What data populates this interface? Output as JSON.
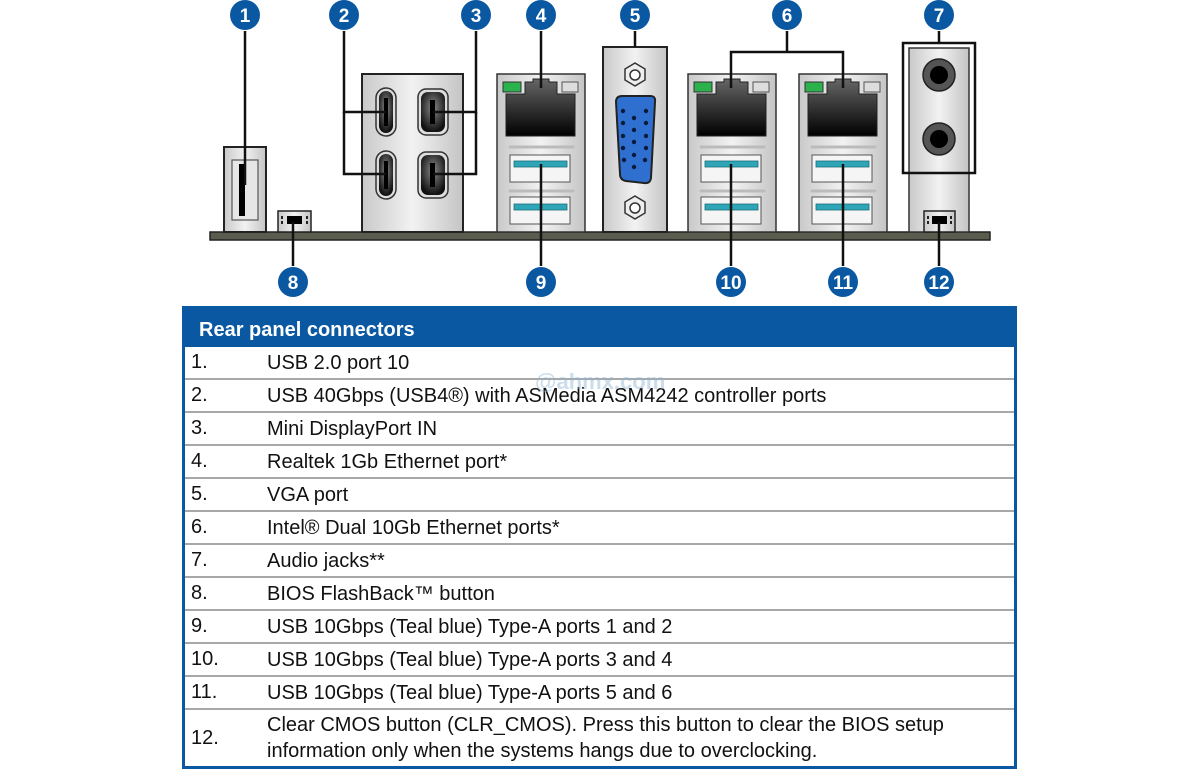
{
  "diagram": {
    "callouts_top": [
      "1",
      "2",
      "3",
      "4",
      "5",
      "6",
      "7"
    ],
    "callouts_bottom": [
      "8",
      "9",
      "10",
      "11",
      "12"
    ],
    "colors": {
      "badge": "#0b58a2",
      "usb_teal": "#2ea6b8",
      "vga_blue": "#2f6fd0",
      "led_green": "#2bb24c",
      "baseboard": "#5a5d4e"
    }
  },
  "table": {
    "title": "Rear panel connectors",
    "watermark": "@ahmx.com",
    "rows": [
      {
        "num": "1.",
        "desc": "USB 2.0 port 10"
      },
      {
        "num": "2.",
        "desc": "USB 40Gbps (USB4®) with ASMedia ASM4242 controller ports"
      },
      {
        "num": "3.",
        "desc": "Mini DisplayPort IN"
      },
      {
        "num": "4.",
        "desc": "Realtek 1Gb Ethernet port*"
      },
      {
        "num": "5.",
        "desc": "VGA port"
      },
      {
        "num": "6.",
        "desc": "Intel® Dual 10Gb Ethernet ports*"
      },
      {
        "num": "7.",
        "desc": "Audio jacks**"
      },
      {
        "num": "8.",
        "desc": "BIOS FlashBack™ button"
      },
      {
        "num": "9.",
        "desc": "USB 10Gbps (Teal blue) Type-A ports 1 and 2"
      },
      {
        "num": "10.",
        "desc": "USB 10Gbps (Teal blue) Type-A ports 3 and 4"
      },
      {
        "num": "11.",
        "desc": "USB 10Gbps (Teal blue) Type-A ports 5 and 6"
      },
      {
        "num": "12.",
        "desc": "Clear CMOS button (CLR_CMOS). Press this button to clear the BIOS setup information only when the systems hangs due to overclocking."
      }
    ]
  }
}
